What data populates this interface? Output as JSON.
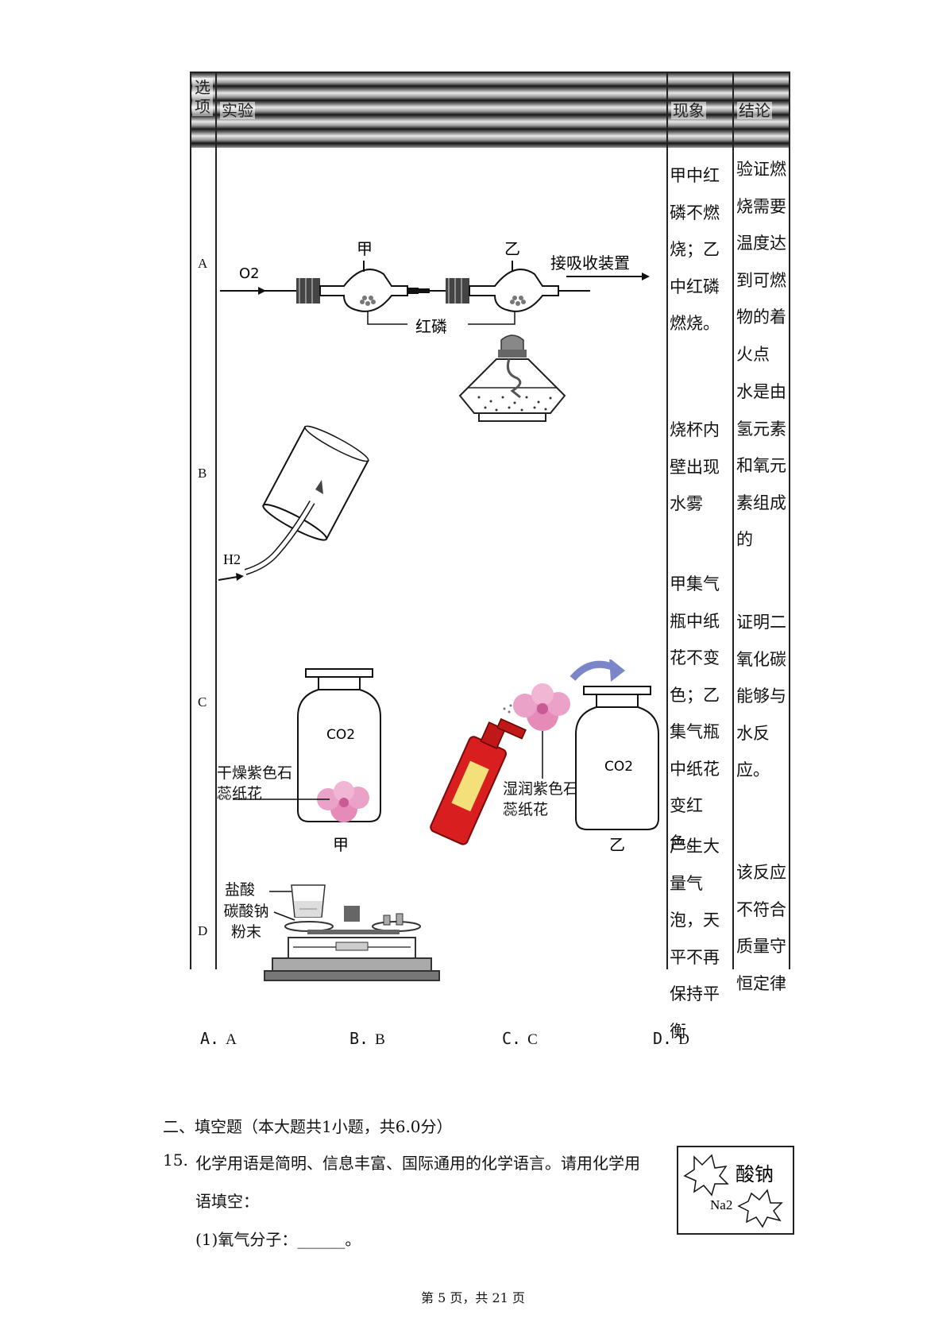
{
  "table": {
    "headers": {
      "option": "选项",
      "experiment": "实验",
      "phenomenon": "现象",
      "conclusion": "结论"
    },
    "rows": [
      {
        "option": "A",
        "labels": {
          "gas_in": "O2",
          "setup_1": "甲",
          "setup_2": "乙",
          "outlet": "接吸收装置",
          "substance": "红磷"
        },
        "phenomenon": "甲中红磷不燃烧；乙中红磷燃烧。",
        "conclusion": "验证燃烧需要温度达到可燃物的着火点"
      },
      {
        "option": "B",
        "labels": {
          "gas_in": "H2"
        },
        "phenomenon": "烧杯内壁出现水雾",
        "conclusion": "水是由氢元素和氧元素组成的"
      },
      {
        "option": "C",
        "labels": {
          "co2_1": "CO2",
          "dry_flower": "干燥紫色石蕊纸花",
          "setup_1": "甲",
          "wet_flower": "湿润紫色石蕊纸花",
          "co2_2": "CO2",
          "setup_2": "乙"
        },
        "phenomenon": "甲集气瓶中纸花不变色；乙集气瓶中纸花变红色。",
        "conclusion": "证明二氧化碳能够与水反应。"
      },
      {
        "option": "D",
        "labels": {
          "acid": "盐酸",
          "powder": "碳酸钠粉末"
        },
        "phenomenon": "产生大量气泡，天平不再保持平衡",
        "conclusion": "该反应不符合质量守恒定律"
      }
    ]
  },
  "choices": [
    {
      "letter": "A.",
      "value": "A"
    },
    {
      "letter": "B.",
      "value": "B"
    },
    {
      "letter": "C.",
      "value": "C"
    },
    {
      "letter": "D.",
      "value": "D"
    }
  ],
  "section_title": "二、填空题（本大题共1小题，共6.0分）",
  "question": {
    "number": "15.",
    "text_line1": "化学用语是简明、信息丰富、国际通用的化学语言。请用化学用",
    "text_line2": "语填空：",
    "sub1": "(1)氧气分子：______。",
    "label_top": "酸钠",
    "label_bottom": "Na2"
  },
  "footer": "第 5 页，共 21 页",
  "colors": {
    "flower": "#e68ab8",
    "bottle": "#d81e1e",
    "arrow_blue": "#7a86c8"
  }
}
